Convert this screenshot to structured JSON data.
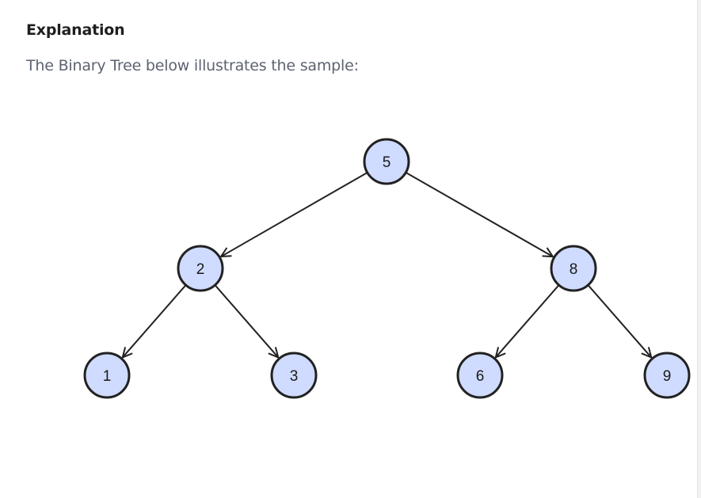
{
  "explanation": {
    "heading": "Explanation",
    "description": "The Binary Tree below illustrates the sample:"
  },
  "tree": {
    "node_fill": "#cfdbff",
    "node_stroke": "#222222",
    "edge_color": "#222222",
    "root": "5",
    "nodes": {
      "n5": "5",
      "n2": "2",
      "n8": "8",
      "n1": "1",
      "n3": "3",
      "n6": "6",
      "n9": "9"
    },
    "edges": [
      {
        "from": "n5",
        "to": "n2"
      },
      {
        "from": "n5",
        "to": "n8"
      },
      {
        "from": "n2",
        "to": "n1"
      },
      {
        "from": "n2",
        "to": "n3"
      },
      {
        "from": "n8",
        "to": "n6"
      },
      {
        "from": "n8",
        "to": "n9"
      }
    ]
  }
}
